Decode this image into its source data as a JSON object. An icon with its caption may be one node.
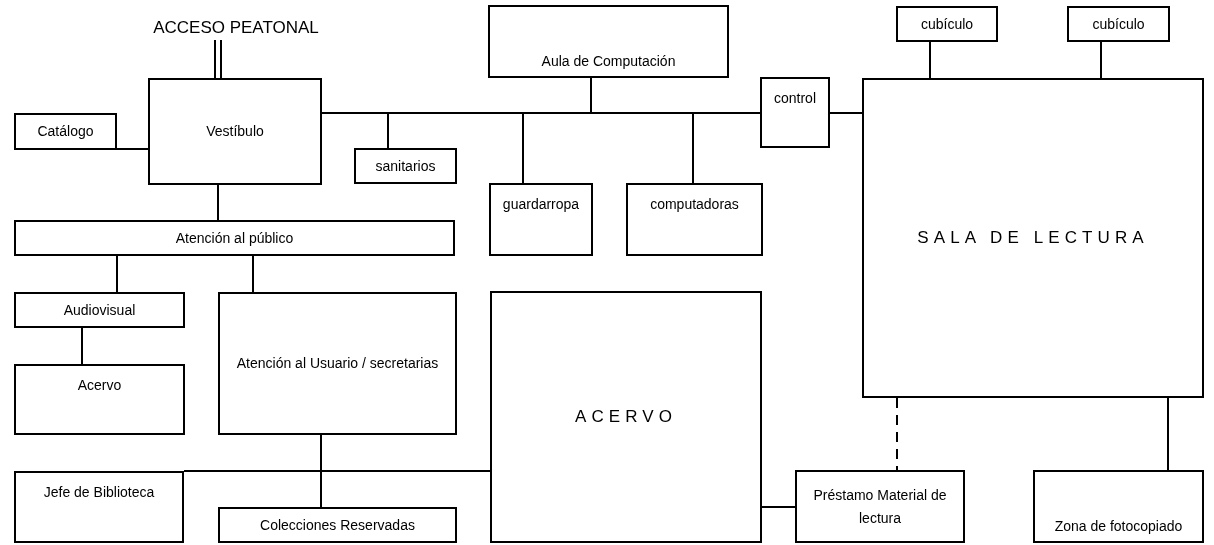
{
  "diagram": {
    "nodes": [
      {
        "text": [
          "ACCESO PEATONAL"
        ]
      },
      {
        "text": [
          "Catálogo"
        ]
      },
      {
        "text": [
          "Vestíbulo"
        ]
      },
      {
        "text": [
          "sanitarios"
        ]
      },
      {
        "text": [
          "Aula de Computación"
        ]
      },
      {
        "text": [
          "guardarropa"
        ]
      },
      {
        "text": [
          "computadoras"
        ]
      },
      {
        "text": [
          "control"
        ]
      },
      {
        "text": [
          "cubículo"
        ]
      },
      {
        "text": [
          "cubículo"
        ]
      },
      {
        "text": [
          "SALA DE LECTURA"
        ]
      },
      {
        "text": [
          "Atención al público"
        ]
      },
      {
        "text": [
          "Audiovisual"
        ]
      },
      {
        "text": [
          "Atención al Usuario / secretarias"
        ]
      },
      {
        "text": [
          "Acervo"
        ]
      },
      {
        "text": [
          "ACERVO"
        ]
      },
      {
        "text": [
          "Préstamo Material de lectura"
        ]
      },
      {
        "text": [
          "Zona de fotocopiado"
        ]
      },
      {
        "text": [
          "Jefe de Biblioteca"
        ]
      },
      {
        "text": [
          "Colecciones Reservadas"
        ]
      }
    ],
    "edges": [
      {
        "from": 0,
        "to": 2,
        "arrow": "none"
      },
      {
        "from": 1,
        "to": 2,
        "arrow": "none"
      },
      {
        "from": 2,
        "to": 3,
        "arrow": "none"
      },
      {
        "from": 2,
        "to": 4,
        "arrow": "none"
      },
      {
        "from": 2,
        "to": 5,
        "arrow": "none"
      },
      {
        "from": 2,
        "to": 6,
        "arrow": "none"
      },
      {
        "from": 2,
        "to": 7,
        "arrow": "none"
      },
      {
        "from": 7,
        "to": 10,
        "arrow": "none"
      },
      {
        "from": 8,
        "to": 10,
        "arrow": "none"
      },
      {
        "from": 9,
        "to": 10,
        "arrow": "none"
      },
      {
        "from": 2,
        "to": 11,
        "arrow": "none"
      },
      {
        "from": 11,
        "to": 12,
        "arrow": "none"
      },
      {
        "from": 11,
        "to": 13,
        "arrow": "none"
      },
      {
        "from": 12,
        "to": 14,
        "arrow": "none"
      },
      {
        "from": 13,
        "to": 19,
        "arrow": "none"
      },
      {
        "from": 18,
        "to": 15,
        "arrow": "none"
      },
      {
        "from": 15,
        "to": 16,
        "arrow": "none"
      },
      {
        "from": 10,
        "to": 16,
        "arrow": "none",
        "style": "dashed"
      },
      {
        "from": 10,
        "to": 17,
        "arrow": "none"
      }
    ]
  }
}
